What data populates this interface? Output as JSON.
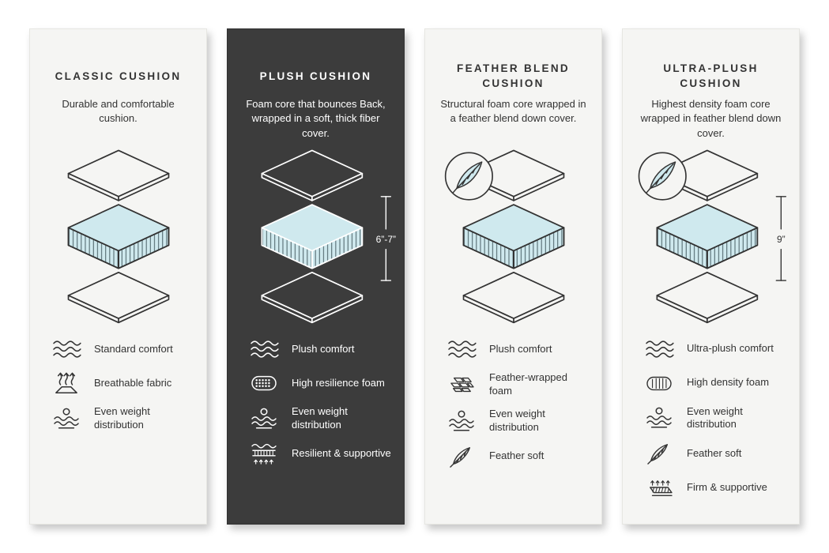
{
  "page_title": "Cushion comparison chart",
  "colors": {
    "background": "#ffffff",
    "light_card": "#f5f5f3",
    "dark_card": "#3c3c3c",
    "ink": "#333333",
    "foam_blue": "#cfe9ee"
  },
  "cards": [
    {
      "theme": "light",
      "title": "CLASSIC CUSHION",
      "description": "Durable and comfortable cushion.",
      "illustration": {
        "layers": 3,
        "feather_badge": false,
        "height_label": ""
      },
      "features": [
        {
          "icon": "comfort-waves-icon",
          "label": "Standard comfort"
        },
        {
          "icon": "breathable-fabric-icon",
          "label": "Breathable fabric"
        },
        {
          "icon": "weight-distribution-icon",
          "label": "Even weight distribution"
        }
      ]
    },
    {
      "theme": "dark",
      "title": "PLUSH CUSHION",
      "description": "Foam core that bounces Back, wrapped in a soft, thick fiber cover.",
      "illustration": {
        "layers": 3,
        "feather_badge": false,
        "height_label": "6”-7”"
      },
      "features": [
        {
          "icon": "comfort-waves-icon",
          "label": "Plush comfort"
        },
        {
          "icon": "resilience-foam-icon",
          "label": "High resilience foam"
        },
        {
          "icon": "weight-distribution-icon",
          "label": "Even weight distribution"
        },
        {
          "icon": "resilient-supportive-icon",
          "label": "Resilient & supportive"
        }
      ]
    },
    {
      "theme": "light",
      "title": "FEATHER BLEND CUSHION",
      "description": "Structural foam core wrapped in a feather blend down cover.",
      "illustration": {
        "layers": 3,
        "feather_badge": true,
        "height_label": ""
      },
      "features": [
        {
          "icon": "comfort-waves-icon",
          "label": "Plush comfort"
        },
        {
          "icon": "feather-wrapped-foam-icon",
          "label": "Feather-wrapped foam"
        },
        {
          "icon": "weight-distribution-icon",
          "label": "Even weight distribution"
        },
        {
          "icon": "feather-soft-icon",
          "label": "Feather soft"
        }
      ]
    },
    {
      "theme": "light",
      "title": "ULTRA-PLUSH CUSHION",
      "description": "Highest density foam core wrapped in feather blend down cover.",
      "illustration": {
        "layers": 3,
        "feather_badge": true,
        "height_label": "9”"
      },
      "features": [
        {
          "icon": "comfort-waves-icon",
          "label": "Ultra-plush comfort"
        },
        {
          "icon": "density-foam-icon",
          "label": "High density foam"
        },
        {
          "icon": "weight-distribution-icon",
          "label": "Even weight distribution"
        },
        {
          "icon": "feather-soft-icon",
          "label": "Feather soft"
        },
        {
          "icon": "firm-supportive-icon",
          "label": "Firm & supportive"
        }
      ]
    }
  ]
}
